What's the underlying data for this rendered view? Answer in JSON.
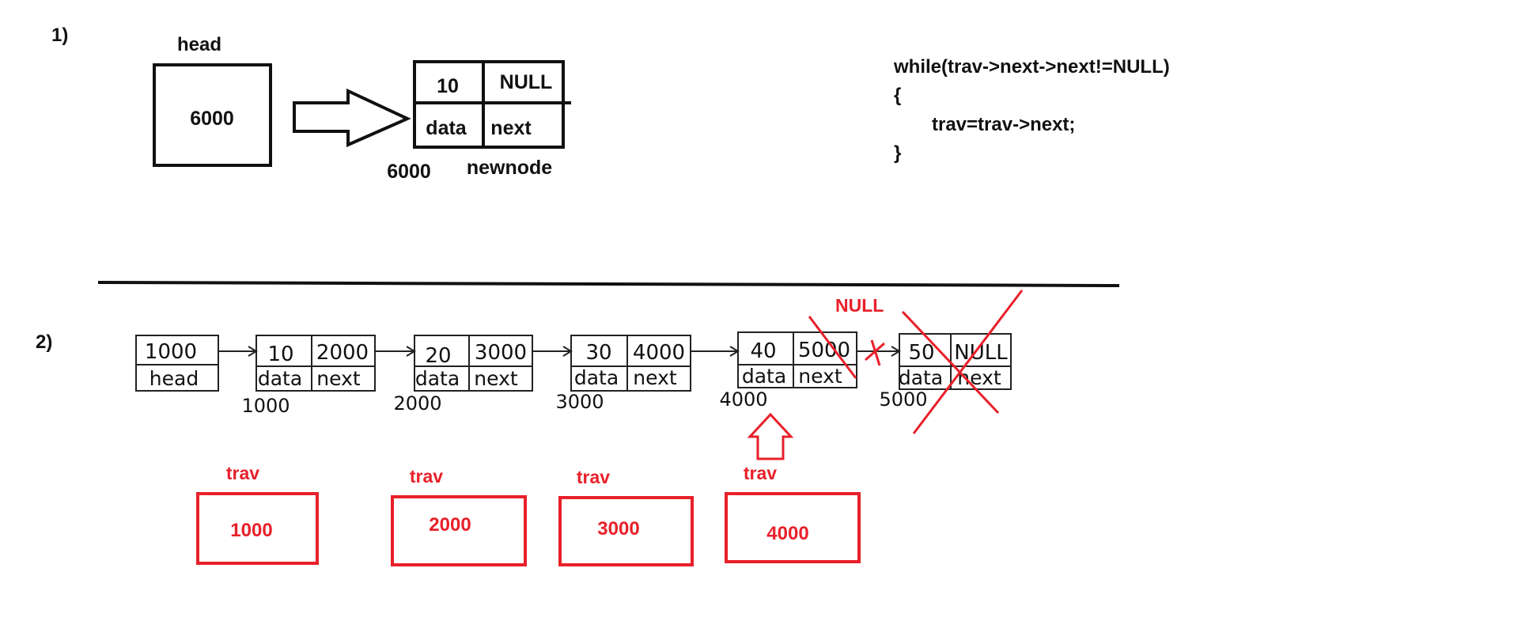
{
  "section1": {
    "number_label": "1)",
    "head_label": "head",
    "head_value": "6000",
    "newnode": {
      "data_value": "10",
      "next_value": "NULL",
      "data_field": "data",
      "next_field": "next",
      "address": "6000",
      "name_label": "newnode"
    }
  },
  "code": {
    "line1": "while(trav->next->next!=NULL)",
    "line2": "{",
    "line3": "trav=trav->next;",
    "line4": "}"
  },
  "section2": {
    "number_label": "2)",
    "head_node": {
      "value": "1000",
      "label": "head"
    },
    "nodes": [
      {
        "data": "10",
        "next": "2000",
        "data_field": "data",
        "next_field": "next",
        "address": "1000"
      },
      {
        "data": "20",
        "next": "3000",
        "data_field": "data",
        "next_field": "next",
        "address": "2000"
      },
      {
        "data": "30",
        "next": "4000",
        "data_field": "data",
        "next_field": "next",
        "address": "3000"
      },
      {
        "data": "40",
        "next": "5000",
        "data_field": "data",
        "next_field": "next",
        "address": "4000"
      },
      {
        "data": "50",
        "next": "NULL",
        "data_field": "data",
        "next_field": "next",
        "address": "5000"
      }
    ],
    "null_annotation": "NULL",
    "trav_boxes": [
      {
        "label": "trav",
        "value": "1000"
      },
      {
        "label": "trav",
        "value": "2000"
      },
      {
        "label": "trav",
        "value": "3000"
      },
      {
        "label": "trav",
        "value": "4000"
      }
    ]
  },
  "colors": {
    "annotation_red": "#e8202a",
    "ink": "#111111"
  }
}
